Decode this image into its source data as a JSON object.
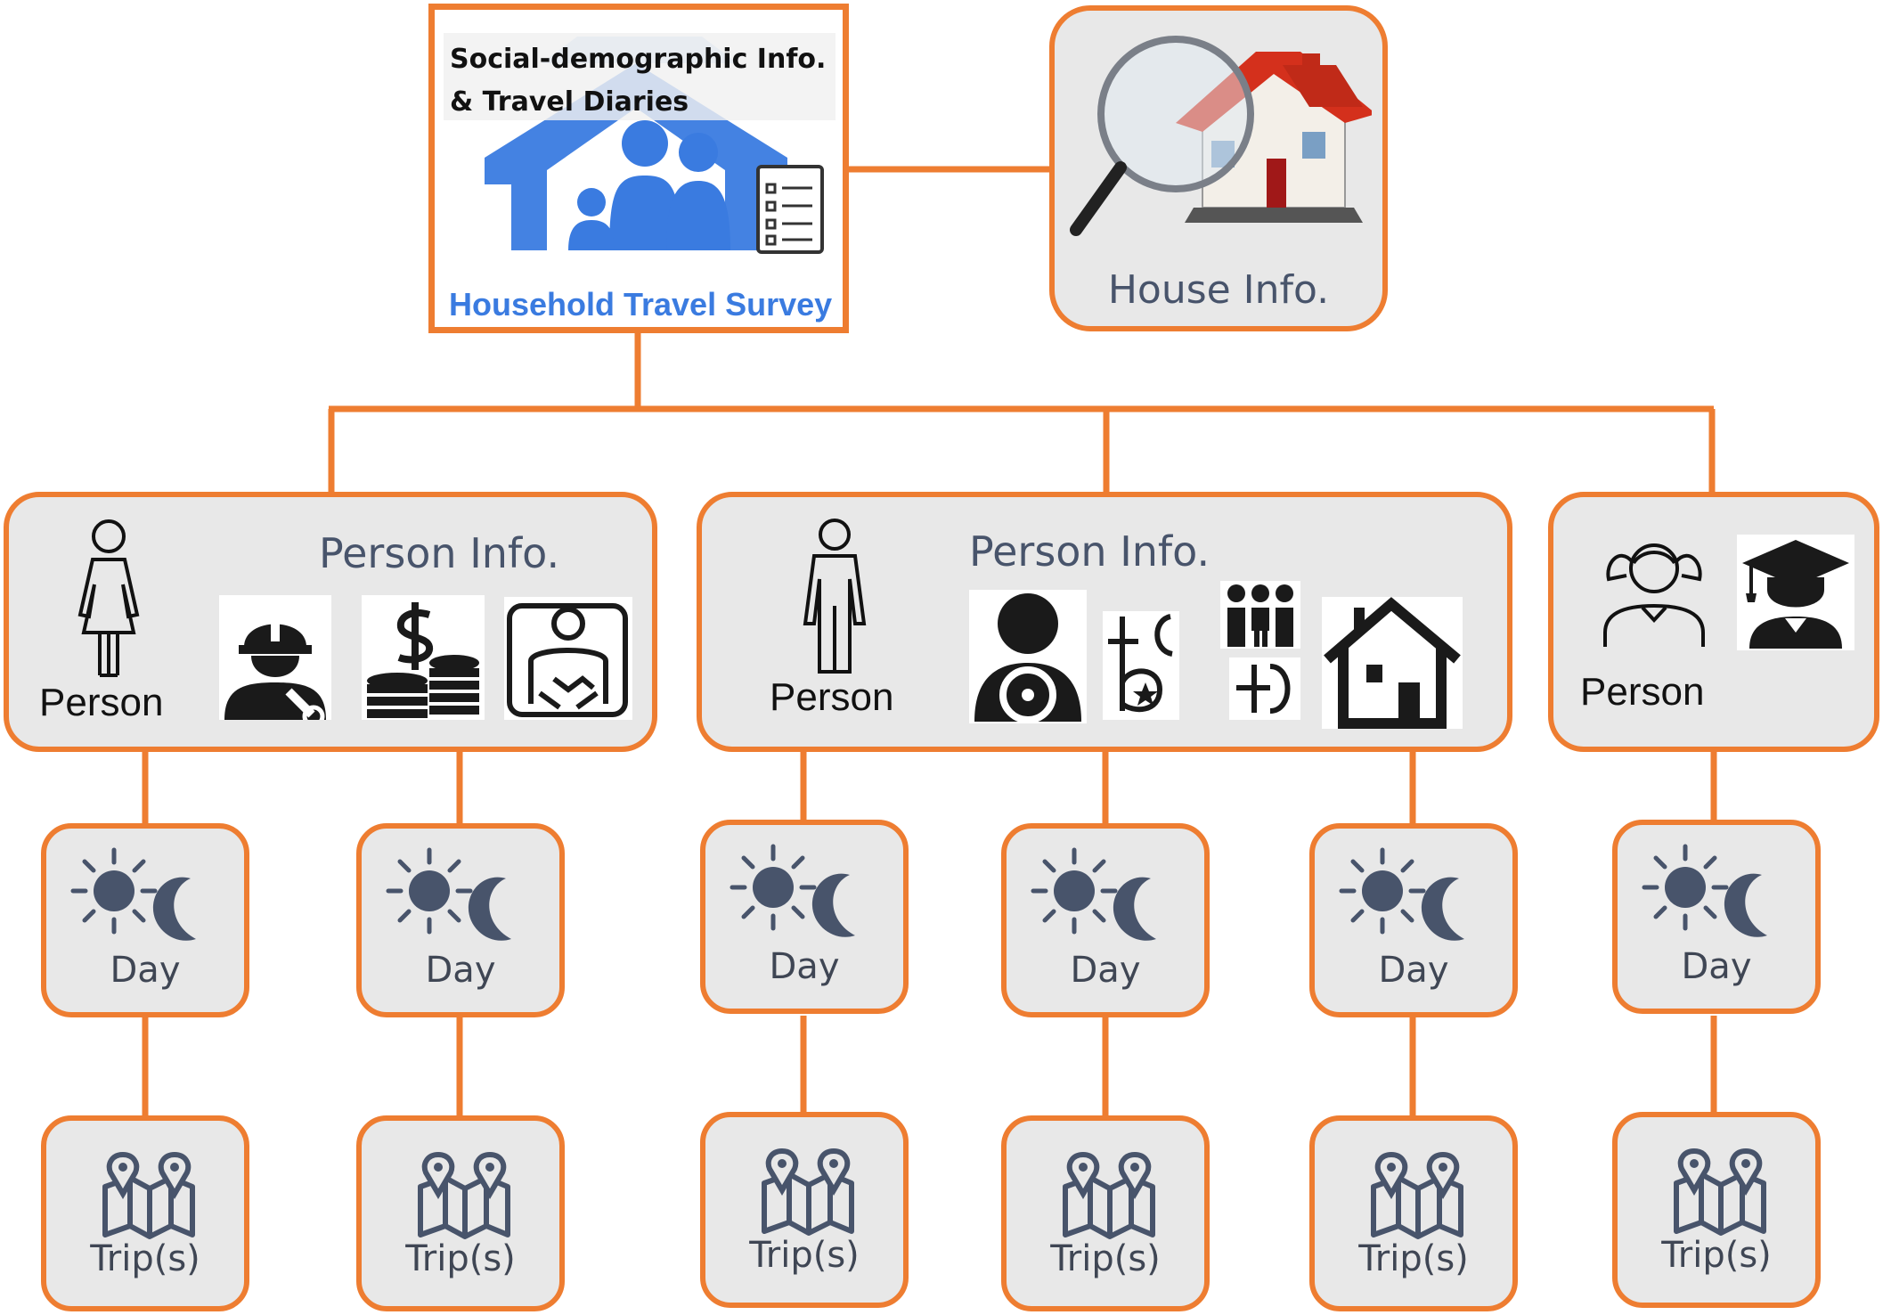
{
  "survey": {
    "header_line1": "Social-demographic Info.",
    "header_line2": "& Travel Diaries",
    "footer": "Household Travel Survey"
  },
  "house": {
    "label": "House Info."
  },
  "persons": [
    {
      "label": "Person",
      "info_label": "Person Info.",
      "figure": "woman-icon",
      "attributes": [
        "construction-worker-icon",
        "income-coins-icon",
        "business-deal-icon"
      ]
    },
    {
      "label": "Person",
      "info_label": "Person Info.",
      "figure": "man-icon",
      "attributes": [
        "driver-icon",
        "religion-icon",
        "family-icon",
        "ethnicity-icon",
        "home-icon"
      ]
    },
    {
      "label": "Person",
      "figure": "girl-icon",
      "attributes": [
        "graduate-icon"
      ]
    }
  ],
  "day_label": "Day",
  "trip_label": "Trip(s)",
  "colors": {
    "accent": "#ee7d31",
    "box_fill": "#e8e8e8",
    "icon_dark": "#48546b",
    "survey_blue": "#3a7be0"
  }
}
